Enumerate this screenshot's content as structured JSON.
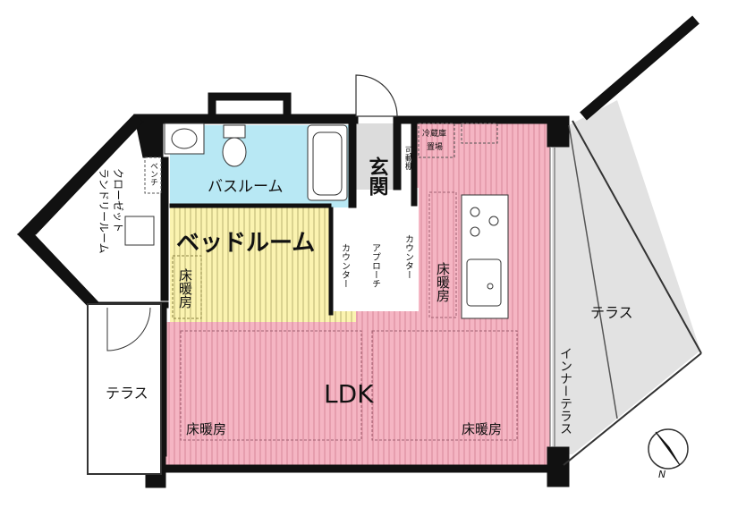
{
  "rooms": {
    "entrance": "玄関",
    "bath": "バスルーム",
    "bedroom": "ベッドルーム",
    "ldk": "LDK",
    "terrace_right": "テラス",
    "terrace_left": "テラス",
    "inner_terrace": "インナーテラス",
    "closet_laundry": "クローゼットランドリールーム",
    "closet_laundry_lines": [
      "クローゼット",
      "ランドリールーム"
    ],
    "bench": "ベンチ",
    "approach": "アプローチ",
    "counter_left": "カウンター",
    "counter_right": "カウンター",
    "movable_shelf": "可動棚",
    "fridge_lines": [
      "冷蔵庫",
      "置場"
    ],
    "floor_heating_bedroom": "床暖房",
    "floor_heating_kitchen": "床暖房",
    "floor_heating_ldk_left": "床暖房",
    "floor_heating_ldk_right": "床暖房"
  },
  "compass": {
    "label": "N"
  },
  "colors": {
    "ldk_floor": "#f5b5c3",
    "ldk_stripe": "#d8889a",
    "bedroom_floor": "#fbf3b0",
    "bedroom_stripe": "#b8b070",
    "bath_floor": "#b8e8f4",
    "entrance_floor": "#dcdcdc",
    "terrace_floor": "#e2e2e2",
    "wall": "#111111"
  }
}
